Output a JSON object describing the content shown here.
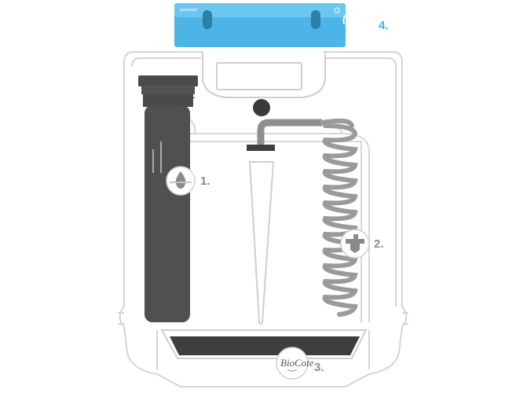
{
  "brand_text": "purewater",
  "callouts": [
    {
      "number": "1.",
      "icon": "water-drop-icon"
    },
    {
      "number": "2.",
      "icon": "dispense-tap-icon"
    },
    {
      "number": "3.",
      "icon": "biocote-logo"
    },
    {
      "number": "4.",
      "icon": "hands-wave-icon"
    }
  ],
  "biocote_label": "BioCote",
  "colors": {
    "accent": "#3bb3e0",
    "outline": "#cfcfcf",
    "filter": "#4a4a4a",
    "callout": "#8a8a8a",
    "coil": "#9a9a9a"
  }
}
